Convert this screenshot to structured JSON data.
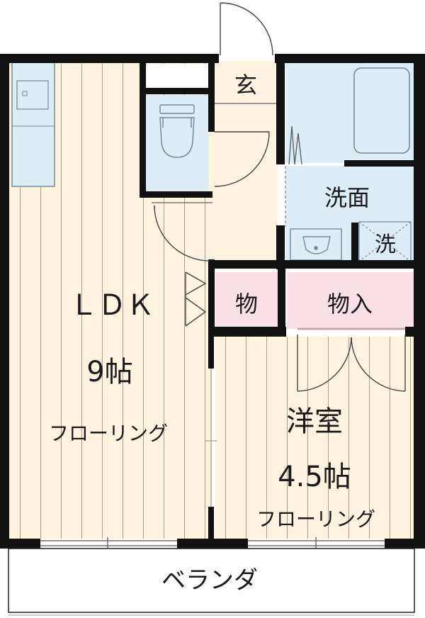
{
  "rooms": {
    "ldk": {
      "label": "ＬＤＫ",
      "size": "9帖",
      "floor": "フローリング"
    },
    "western": {
      "label": "洋室",
      "size": "4.5帖",
      "floor": "フローリング"
    },
    "entrance": {
      "label": "玄"
    },
    "washroom": {
      "label": "洗面"
    },
    "washer": {
      "label": "洗"
    },
    "storage_small": {
      "label": "物"
    },
    "storage_closet": {
      "label": "物入"
    },
    "balcony": {
      "label": "ベランダ"
    }
  },
  "colors": {
    "floor": "#fdf3df",
    "wet": "#dcedf6",
    "storage": "#fbe1e7",
    "wall": "#111111"
  }
}
